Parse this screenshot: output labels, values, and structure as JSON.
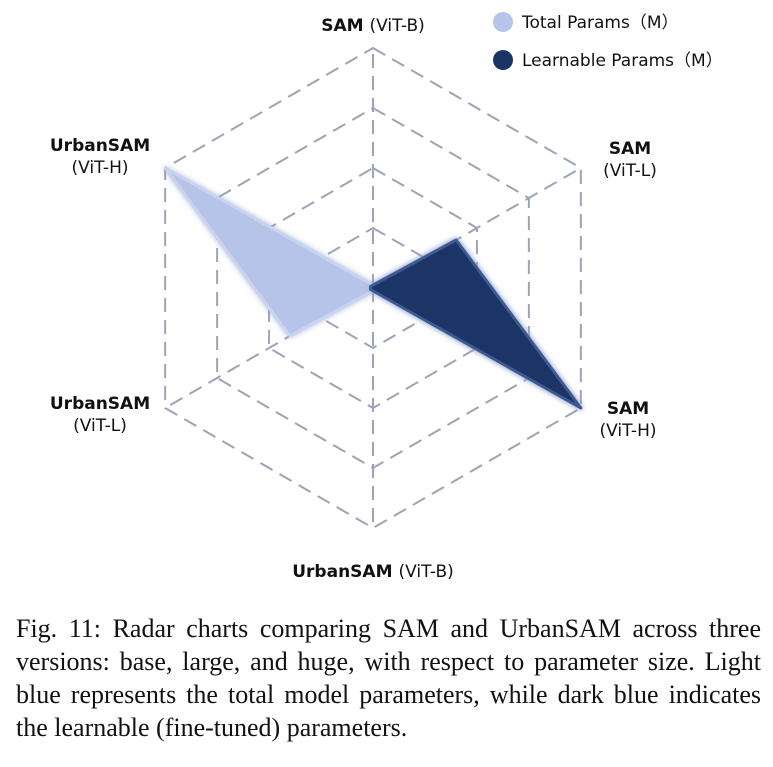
{
  "chart_data": {
    "type": "radar",
    "axes": [
      {
        "bold": "SAM",
        "rest": "(ViT-B)"
      },
      {
        "bold": "SAM",
        "rest": "(ViT-L)"
      },
      {
        "bold": "SAM",
        "rest": "(ViT-H)"
      },
      {
        "bold": "UrbanSAM",
        "rest": "(ViT-B)"
      },
      {
        "bold": "UrbanSAM",
        "rest": "(ViT-L)"
      },
      {
        "bold": "UrbanSAM",
        "rest": "(ViT-H)"
      }
    ],
    "rmax": 1.0,
    "grid_levels": [
      0.25,
      0.5,
      0.75,
      1.0
    ],
    "series": [
      {
        "name": "Total Params（M）",
        "color": "#b5c4e8",
        "values": [
          0.0,
          0.4,
          1.0,
          0.0,
          0.4,
          1.0
        ]
      },
      {
        "name": "Learnable Params（M）",
        "color": "#1b3466",
        "values": [
          0.0,
          0.4,
          1.0,
          0.0,
          0.0,
          0.0
        ]
      }
    ],
    "legend_position": "top-right"
  },
  "caption": "Fig. 11: Radar charts comparing SAM and UrbanSAM across three versions: base, large, and huge, with respect to parameter size. Light blue represents the total model parameters, while dark blue indicates the learnable (fine-tuned) parameters."
}
